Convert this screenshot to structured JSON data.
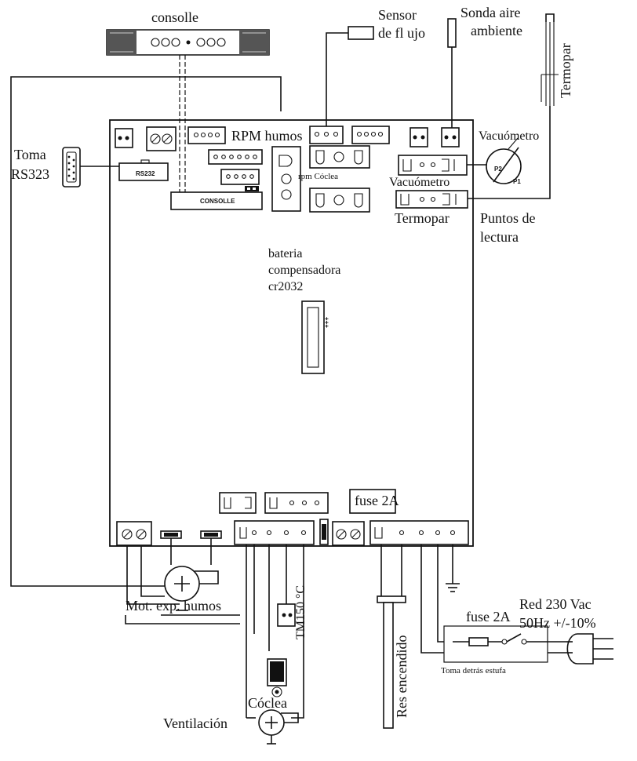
{
  "labels": {
    "consolle_top": "consolle",
    "sensor_line1": "Sensor",
    "sensor_line2": "de fl ujo",
    "sonda_line1": "Sonda aire",
    "sonda_line2": "ambiente",
    "termopar_vertical": "Termopar",
    "toma_line1": "Toma",
    "toma_line2": "RS323",
    "rpm_humos": "RPM humos",
    "vacuometro_gauge": "Vacuómetro",
    "rs232_chip": "RS232",
    "consolle_board": "CONSOLLE",
    "rpm_coclea": "rpm Cóclea",
    "vacuometro_conn": "Vacuómetro",
    "termopar_conn": "Termopar",
    "puntos_line1": "Puntos de",
    "puntos_line2": "lectura",
    "p2": "P2",
    "p1": "P1",
    "bateria_line1": "bateria",
    "bateria_line2": "compensadora",
    "bateria_line3": "cr2032",
    "bateria_plus": "+++",
    "fuse_board": "fuse 2A",
    "mot_exp": "Mot. exp. humos",
    "tm150": "TM150 °C",
    "coclea": "Cóclea",
    "ventilacion": "Ventilación",
    "res_encendido": "Res encendido",
    "fuse_toma": "fuse 2A",
    "toma_detras": "Toma detrás estufa",
    "red_line1": "Red 230 Vac",
    "red_line2": "50Hz +/-10%"
  }
}
